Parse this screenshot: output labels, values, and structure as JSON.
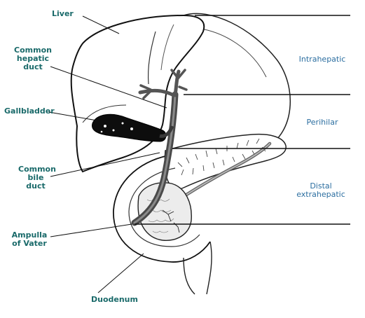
{
  "diagram": {
    "labels": {
      "liver": "Liver",
      "common_hepatic_duct": [
        "Common",
        "hepatic",
        "duct"
      ],
      "gallbladder": "Gallbladder",
      "common_bile_duct": [
        "Common",
        "bile",
        "duct"
      ],
      "ampulla_of_vater": [
        "Ampulla",
        "of Vater"
      ],
      "duodenum": "Duodenum"
    },
    "regions": {
      "intrahepatic": "Intrahepatic",
      "perihilar": "Perihilar",
      "distal_extrahepatic": [
        "Distal",
        "extrahepatic"
      ]
    }
  }
}
